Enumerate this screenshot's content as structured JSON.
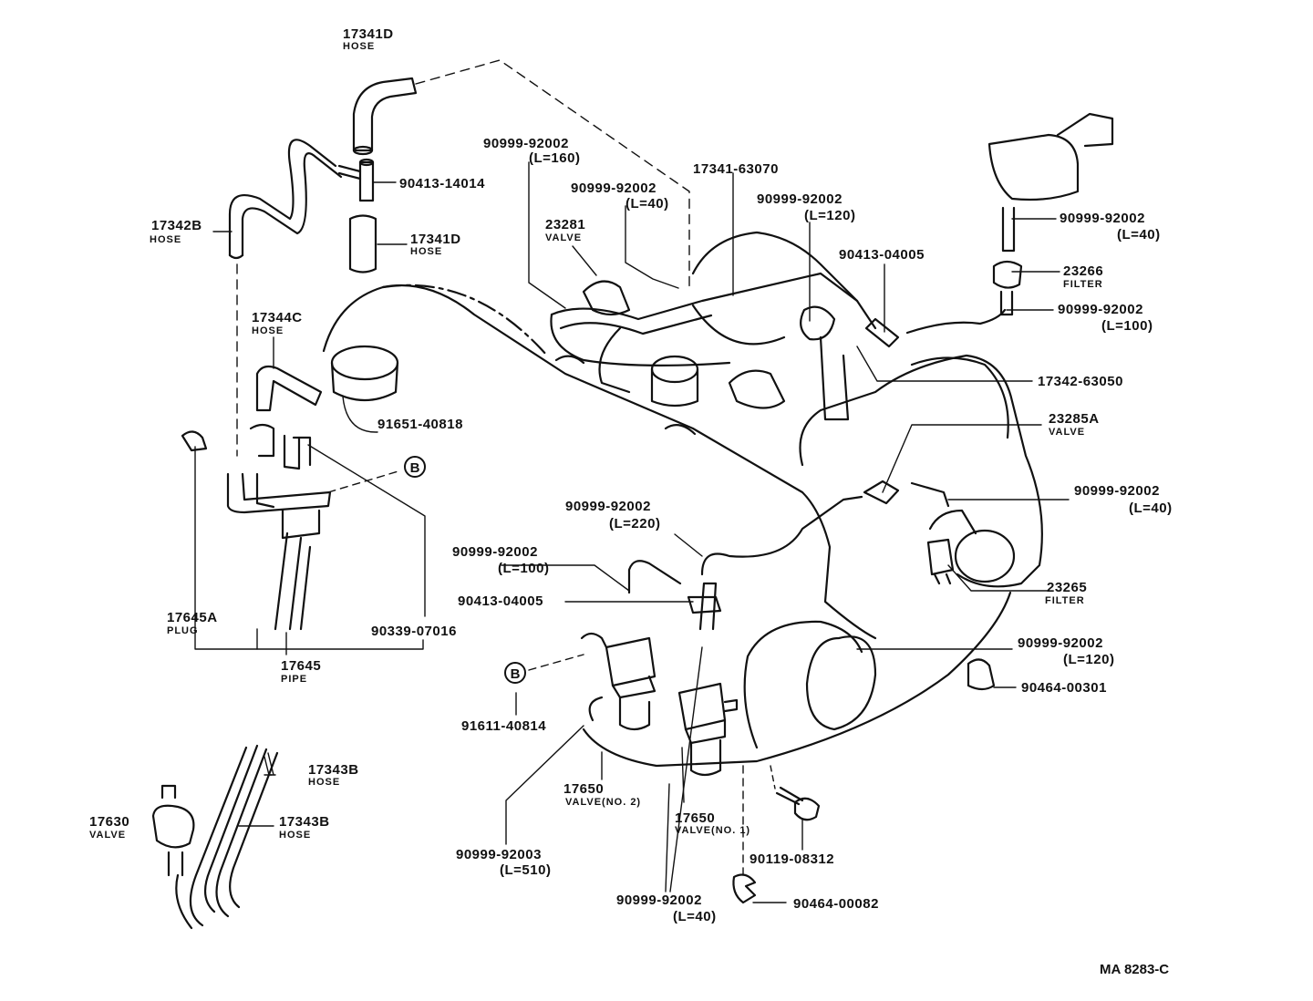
{
  "diagram_ref": "MA 8283-C",
  "callout_letter": "B",
  "labels": {
    "p17341D_top": "17341D",
    "p17341D_top_name": "HOSE",
    "p90413_14014": "90413-14014",
    "p17342B": "17342B",
    "p17342B_name": "HOSE",
    "p17341D_mid": "17341D",
    "p17341D_mid_name": "HOSE",
    "p17344C": "17344C",
    "p17344C_name": "HOSE",
    "p91651": "91651-40818",
    "p17645A": "17645A",
    "p17645A_name": "PLUG",
    "p90339": "90339-07016",
    "p17645": "17645",
    "p17645_name": "PIPE",
    "p17343B_a": "17343B",
    "p17343B_a_name": "HOSE",
    "p17343B_b": "17343B",
    "p17343B_b_name": "HOSE",
    "p17630": "17630",
    "p17630_name": "VALVE",
    "h160": "90999-92002",
    "h160_len": "(L=160)",
    "h40a": "90999-92002",
    "h40a_len": "(L=40)",
    "p23281": "23281",
    "p23281_name": "VALVE",
    "p17341_63070": "17341-63070",
    "h120a": "90999-92002",
    "h120a_len": "(L=120)",
    "p90413_04005a": "90413-04005",
    "h40b": "90999-92002",
    "h40b_len": "(L=40)",
    "p23266": "23266",
    "p23266_name": "FILTER",
    "h100a": "90999-92002",
    "h100a_len": "(L=100)",
    "p17342_63050": "17342-63050",
    "p23285A": "23285A",
    "p23285A_name": "VALVE",
    "h40c": "90999-92002",
    "h40c_len": "(L=40)",
    "h220": "90999-92002",
    "h220_len": "(L=220)",
    "h100b": "90999-92002",
    "h100b_len": "(L=100)",
    "p90413_04005b": "90413-04005",
    "p23265": "23265",
    "p23265_name": "FILTER",
    "h120b": "90999-92002",
    "h120b_len": "(L=120)",
    "p90464_00301": "90464-00301",
    "p91611": "91611-40814",
    "p17650_2": "17650",
    "p17650_2_name": "VALVE(NO. 2)",
    "p17650_1": "17650",
    "p17650_1_name": "VALVE(NO. 1)",
    "p90119": "90119-08312",
    "h510": "90999-92003",
    "h510_len": "(L=510)",
    "h40d": "90999-92002",
    "h40d_len": "(L=40)",
    "p90464_00082": "90464-00082"
  }
}
